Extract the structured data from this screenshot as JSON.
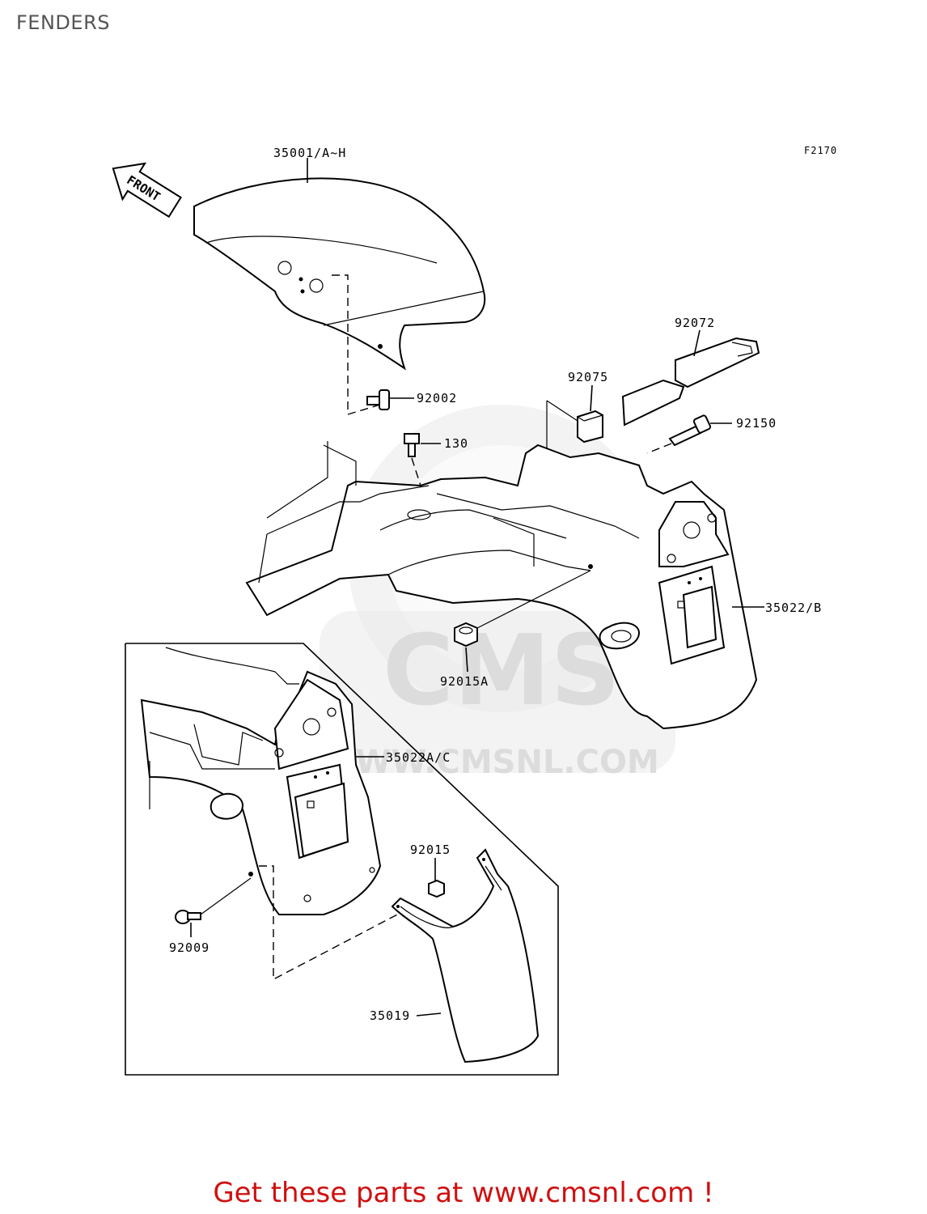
{
  "page_title": "FENDERS",
  "reference_code": "F2170",
  "front_arrow_label": "FRONT",
  "watermark": {
    "text": "CMS",
    "url": "WWW.CMSNL.COM"
  },
  "part_labels": {
    "p35001": "35001/A~H",
    "p92002": "92002",
    "p92072": "92072",
    "p92075": "92075",
    "p92150": "92150",
    "p130": "130",
    "p35022": "35022/B",
    "p92015A": "92015A",
    "p35022AC": "35022A/C",
    "p92015": "92015",
    "p92009": "92009",
    "p35019": "35019"
  },
  "footer": {
    "text": "Get these parts at www.cmsnl.com !",
    "color": "#d01010"
  }
}
